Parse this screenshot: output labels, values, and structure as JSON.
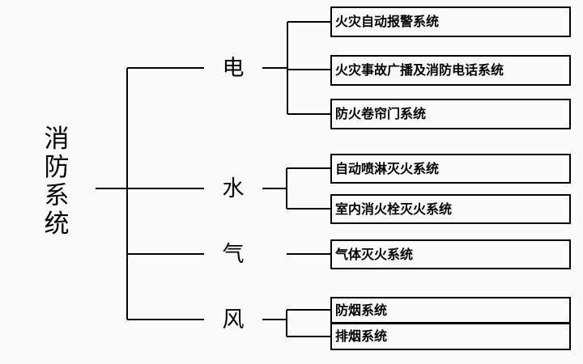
{
  "diagram": {
    "title": "消防系统",
    "orientation": "left-to-right tree",
    "line_color": "#000000",
    "background_color": "#fbfbfb",
    "box_border_color": "#000000",
    "branches": [
      {
        "label": "电",
        "children": [
          "火灾自动报警系统",
          "火灾事故广播及消防电话系统",
          "防火卷帘门系统"
        ]
      },
      {
        "label": "水",
        "children": [
          "自动喷淋灭火系统",
          "室内消火栓灭火系统"
        ]
      },
      {
        "label": "气",
        "children": [
          "气体灭火系统"
        ]
      },
      {
        "label": "风",
        "children": [
          "防烟系统",
          "排烟系统"
        ]
      }
    ]
  }
}
